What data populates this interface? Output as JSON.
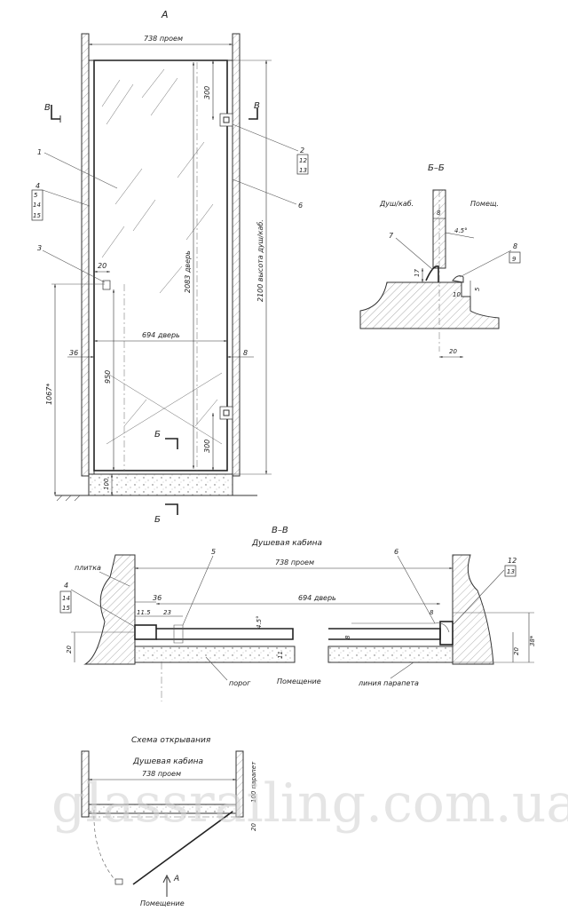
{
  "views": {
    "front": {
      "title": "А",
      "dims": {
        "opening": "738 проем",
        "top_hinge": "300",
        "bottom_hinge": "300",
        "door_height": "2083 дверь",
        "cabin_height": "2100 высота душ/каб.",
        "door_width": "694 дверь",
        "left_gap": "36",
        "right_gap": "8",
        "handle_offset": "20",
        "handle_height": "950",
        "floor_height": "1067*",
        "threshold": "100"
      },
      "section_marks": {
        "v_left": "В",
        "v_right": "В",
        "b_top": "Б",
        "b_bottom": "Б"
      },
      "callouts": {
        "c1": "1",
        "c4": "4",
        "c5": "5",
        "c14": "14",
        "c15": "15",
        "c3": "3",
        "c2": "2",
        "c12": "12",
        "c13": "13",
        "c6": "6"
      }
    },
    "section_bb": {
      "title": "Б–Б",
      "left_label": "Душ/каб.",
      "right_label": "Помещ.",
      "dim_top": "8",
      "angle": "4.5°",
      "dim_h": "17",
      "dim_gap": "5",
      "dim_base": "10",
      "dim_width": "20",
      "callouts": {
        "c7": "7",
        "c8": "8",
        "c9": "9"
      }
    },
    "section_vv": {
      "title": "В–В",
      "subtitle": "Душевая кабина",
      "tile_label": "плитка",
      "opening": "738 проем",
      "door": "694 дверь",
      "d36": "36",
      "d11_5": "11.5",
      "d23": "23",
      "angle": "4.5°",
      "d8a": "8",
      "d8b": "8",
      "d20_left": "20",
      "d20_right": "20",
      "d38": "38*",
      "d11": "11",
      "threshold_label": "порог",
      "room_label": "Помещение",
      "parapet_label": "линия парапета",
      "callouts": {
        "c4": "4",
        "c14": "14",
        "c15": "15",
        "c5": "5",
        "c6": "6",
        "c12": "12",
        "c13": "13"
      }
    },
    "opening_scheme": {
      "title": "Схема открывания",
      "subtitle": "Душевая кабина",
      "opening": "738 проем",
      "parapet": "100 парапет",
      "d20": "20",
      "mark": "А",
      "room_label": "Помещение"
    }
  },
  "watermark": "glassrailing.com.ua"
}
